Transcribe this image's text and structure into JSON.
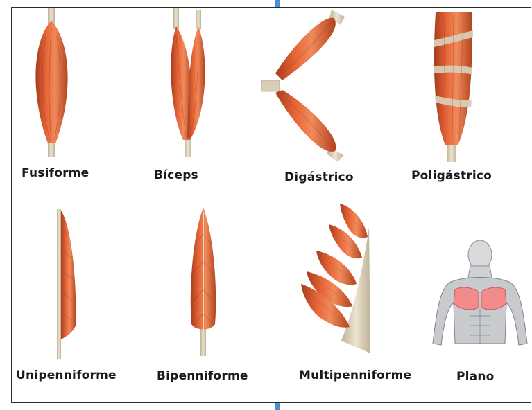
{
  "colors": {
    "muscle": "#d9532a",
    "muscle_dark": "#a63a1a",
    "muscle_light": "#f08a5a",
    "tendon": "#d8cdb6",
    "frame_border": "#2a2a2a",
    "connector": "#4a8fd4"
  },
  "muscles": [
    {
      "label": "Fusiforme"
    },
    {
      "label": "Bíceps"
    },
    {
      "label": "Digástrico"
    },
    {
      "label": "Poligástrico"
    },
    {
      "label": "Unipenniforme"
    },
    {
      "label": "Bipenniforme"
    },
    {
      "label": "Multipenniforme"
    },
    {
      "label": "Plano"
    }
  ]
}
